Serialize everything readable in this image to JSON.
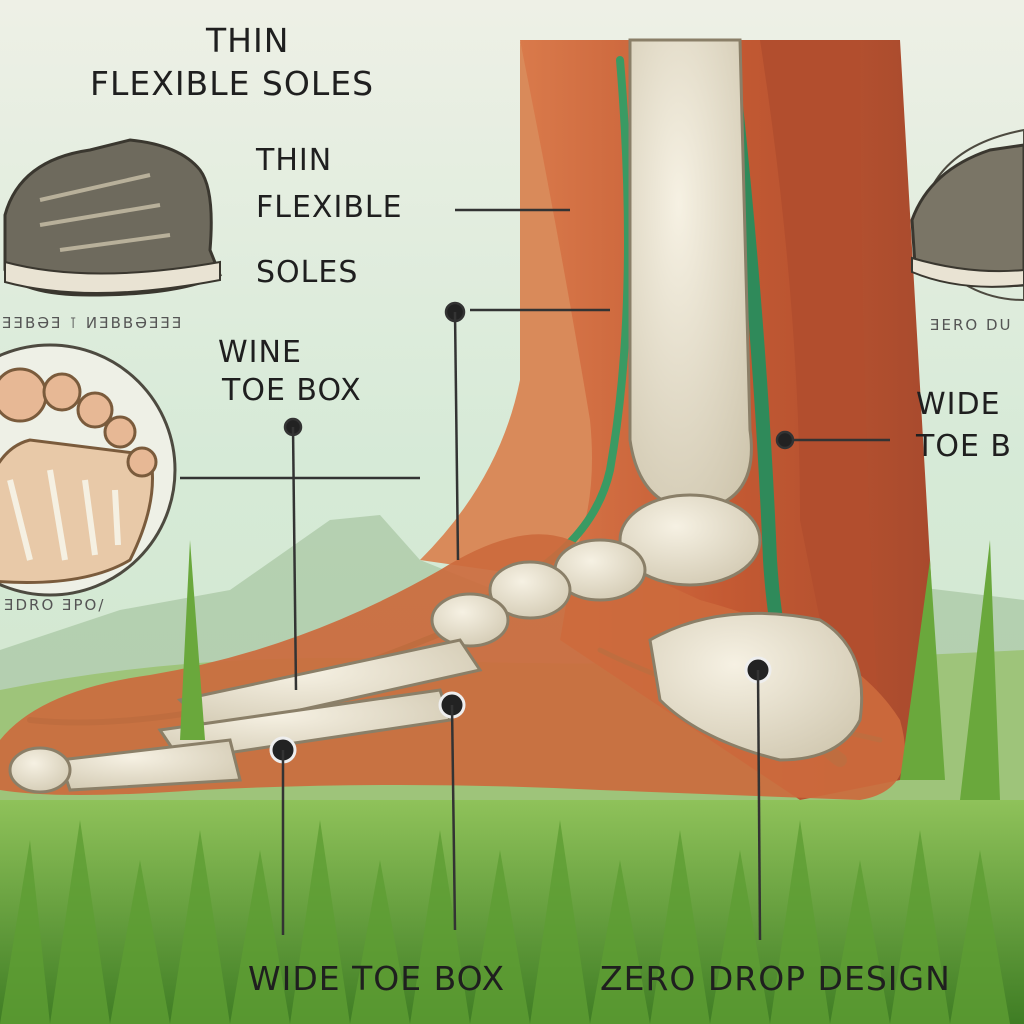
{
  "labels": {
    "top_title_line1": "THIN",
    "top_title_line2": "FLEXIBLE SOLES",
    "mid_line1": "THIN",
    "mid_line2": "FLEXIBLE",
    "mid_line3": "SOLES",
    "left_caption": "WINE",
    "left_caption2": "TOE BOX",
    "right_caption": "WIDE",
    "right_caption2": "TOE B",
    "shoe_left_caption": "ƎƎBƏƎ ⊺ ИƎBBƏƎƎƎ",
    "shoe_right_caption": "ƎERO DU",
    "foot_caption": "ƎDRO ƎPO/",
    "bottom_left": "WIDE TOE BOX",
    "bottom_right": "ZERO DROP DESIGN"
  },
  "colors": {
    "background": "#eef0e6",
    "sky": "#cfe6d2",
    "grass": "#4d8f2c",
    "muscle": "#c7623a",
    "tendon": "#2f8a5a",
    "bone": "#e8e1cf",
    "text": "#1f1f1f"
  }
}
